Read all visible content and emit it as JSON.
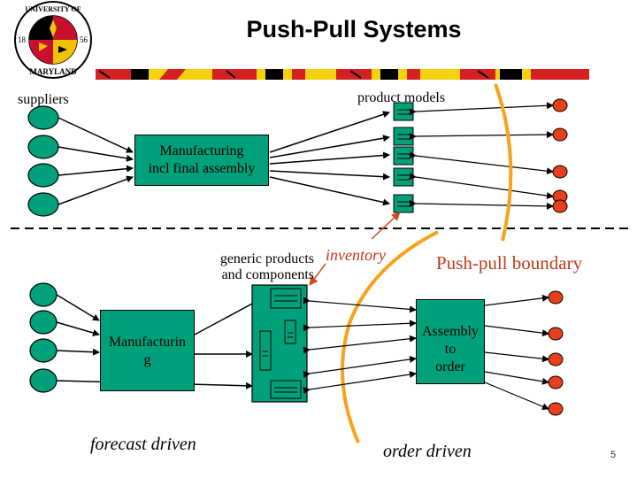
{
  "header": {
    "title": "Push-Pull Systems",
    "logo_text": "UNIVERSITY OF MARYLAND",
    "logo_year_left": "18",
    "logo_year_right": "56"
  },
  "top_section": {
    "suppliers_label": "suppliers",
    "product_models_label": "product models",
    "manufacturing_box": [
      "Manufacturing",
      "incl final assembly"
    ]
  },
  "middle": {
    "generic_products_label": [
      "generic products",
      "and components"
    ],
    "inventory_label": "inventory",
    "boundary_label": "Push-pull boundary"
  },
  "bottom_section": {
    "manufacturing_box": [
      "Manufacturin",
      "g"
    ],
    "assembly_box": [
      "Assembly",
      "to",
      "order"
    ],
    "forecast_label": "forecast driven",
    "order_label": "order driven"
  },
  "footer": {
    "page_number": "5"
  },
  "colors": {
    "box_fill": "#00a07a",
    "customer_node": "#e8401c",
    "boundary_curve": "#f7a21b",
    "inventory_arrow": "#d24a1e",
    "banner_yellow": "#f4d20e",
    "banner_red": "#d42020"
  }
}
